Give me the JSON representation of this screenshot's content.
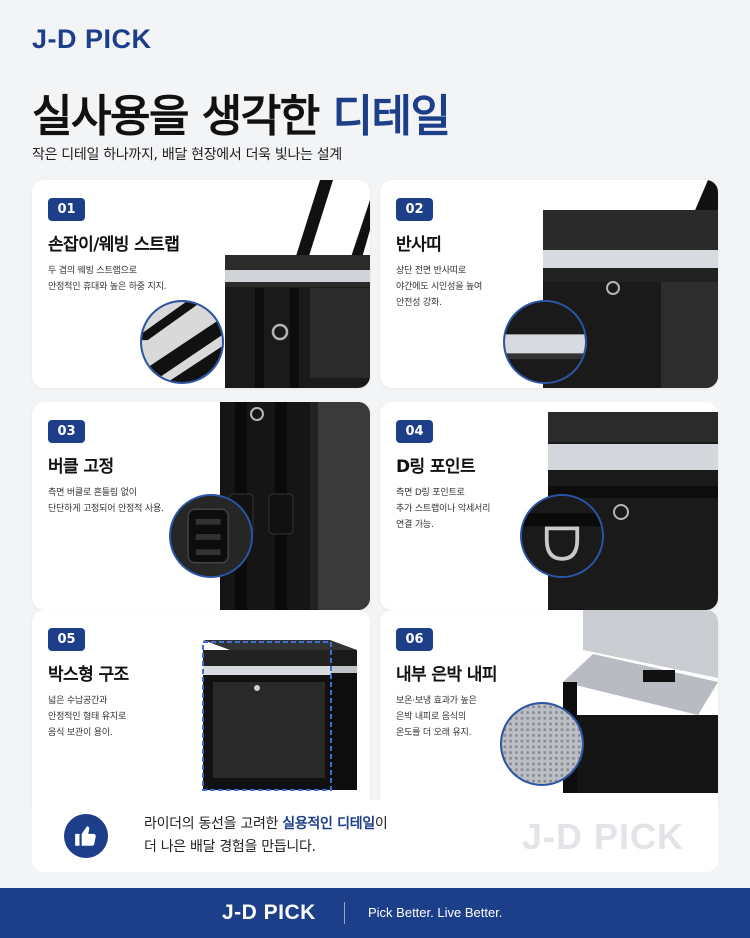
{
  "brand": {
    "logo": "J-D PICK",
    "accent_color": "#1d3f8a"
  },
  "header": {
    "title_main": "실사용을 생각한 ",
    "title_accent": "디테일",
    "subtitle": "작은 디테일 하나까지, 배달 현장에서 더욱 빛나는 설계"
  },
  "details": [
    {
      "number": "01",
      "title": "손잡이/웨빙 스트랩",
      "desc": [
        "두 겹의 웨빙 스트랩으로",
        "안정적인 휴대와 높은 하중 지지."
      ],
      "icon": "webbing-strap-image"
    },
    {
      "number": "02",
      "title": "반사띠",
      "desc": [
        "상단 전면 반사띠로",
        "야간에도 시인성을 높여",
        "안전성 강화."
      ],
      "icon": "reflective-band-image"
    },
    {
      "number": "03",
      "title": "버클 고정",
      "desc": [
        "측면 버클로 흔들림 없이",
        "단단하게 고정되어 안정적 사용."
      ],
      "icon": "buckle-image"
    },
    {
      "number": "04",
      "title": "D링 포인트",
      "desc": [
        "측면 D링 포인트로",
        "추가 스트랩이나 악세서리",
        "연결 가능."
      ],
      "icon": "d-ring-image"
    },
    {
      "number": "05",
      "title": "박스형 구조",
      "desc": [
        "넓은 수납공간과",
        "안정적인 형태 유지로",
        "음식 보관이 용이."
      ],
      "icon": "box-structure-image"
    },
    {
      "number": "06",
      "title": "내부 은박 내피",
      "desc": [
        "보온·보냉 효과가 높은",
        "은박 내피로 음식의",
        "온도를 더 오래 유지."
      ],
      "icon": "foil-lining-image"
    }
  ],
  "bottom": {
    "line1_pre": "라이더의 동선을 고려한 ",
    "line1_accent": "실용적인 디테일",
    "line1_post": "이",
    "line2": "더 나은 배달 경험을 만듭니다.",
    "watermark": "J-D PICK",
    "icon": "thumbs-up-icon"
  },
  "footer": {
    "logo": "J-D PICK",
    "slogan": "Pick Better. Live Better."
  }
}
